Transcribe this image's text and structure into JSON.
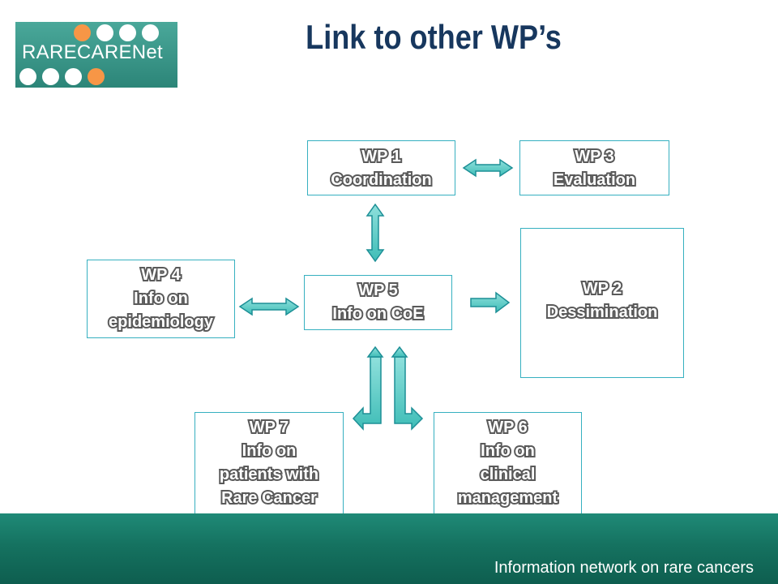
{
  "title": "Link to other WP’s",
  "logo": {
    "text": "RARECARENet"
  },
  "boxes": {
    "wp1": {
      "line1": "WP 1",
      "line2": "Coordination"
    },
    "wp3": {
      "line1": "WP 3",
      "line2": "Evaluation"
    },
    "wp4": {
      "line1": "WP 4",
      "line2": "Info on",
      "line3": "epidemiology"
    },
    "wp5": {
      "line1": "WP 5",
      "line2": "Info on CoE"
    },
    "wp2": {
      "line1": "WP 2",
      "line2": "Dessimination"
    },
    "wp7": {
      "line1": "WP 7",
      "line2": "Info on",
      "line3": "patients with",
      "line4": "Rare Cancer"
    },
    "wp6": {
      "line1": "WP 6",
      "line2": "Info on",
      "line3": "clinical",
      "line4": "management"
    }
  },
  "colors": {
    "title": "#17375e",
    "box_border": "#36b0c0",
    "arrow_fill": "#4ec9c3",
    "arrow_stroke": "#1d8f96",
    "footer": "#157260",
    "logo_orange": "#f79646"
  },
  "footer": {
    "text": "Information network on rare cancers"
  }
}
